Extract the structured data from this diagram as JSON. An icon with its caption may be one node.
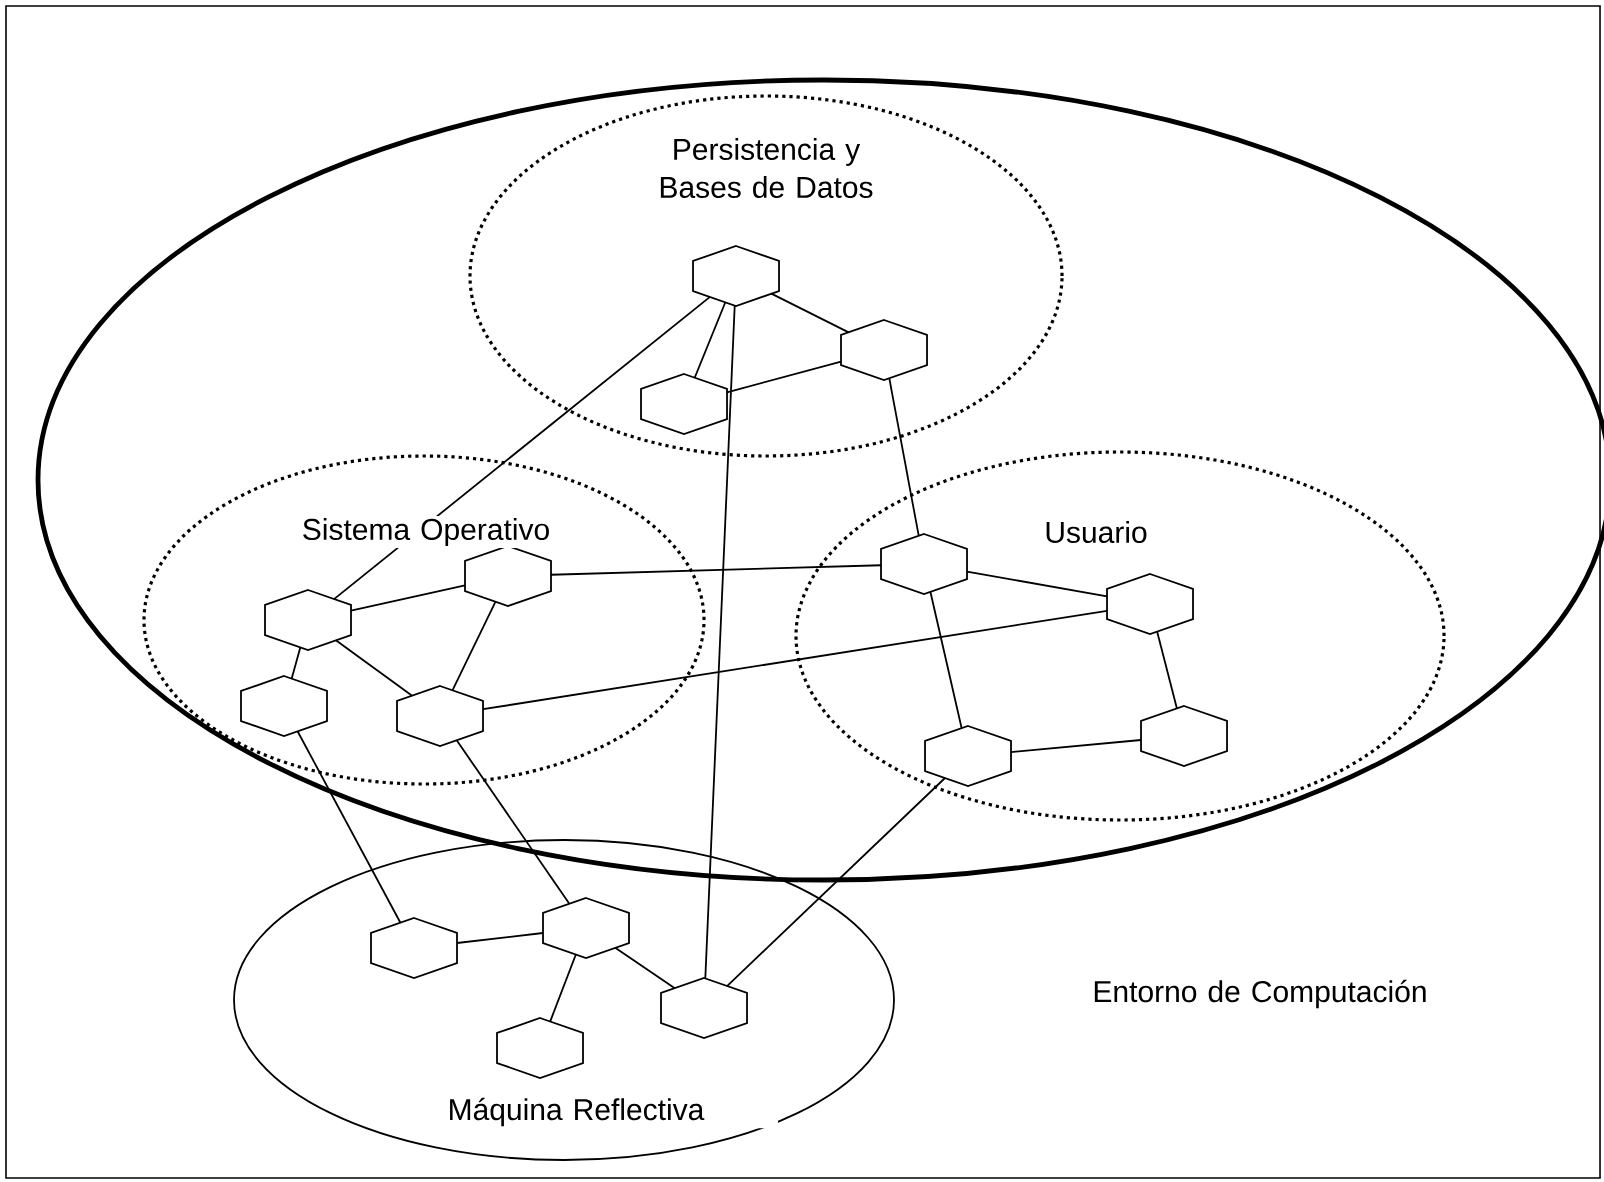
{
  "diagram": {
    "nodes": [
      {
        "text": [
          "Entorno de Computación"
        ]
      },
      {
        "text": [
          "Persistencia y Bases de Datos"
        ],
        "in": 0
      },
      {
        "text": [
          "Sistema Operativo"
        ],
        "in": 0
      },
      {
        "text": [
          "Usuario"
        ],
        "in": 0
      },
      {
        "text": [
          "Máquina Reflectiva"
        ]
      },
      {
        "text": [],
        "shape": "hexagon",
        "in": 1
      },
      {
        "text": [],
        "shape": "hexagon",
        "in": 1
      },
      {
        "text": [],
        "shape": "hexagon",
        "in": 1
      },
      {
        "text": [],
        "shape": "hexagon",
        "in": 2
      },
      {
        "text": [],
        "shape": "hexagon",
        "in": 2
      },
      {
        "text": [],
        "shape": "hexagon",
        "in": 2
      },
      {
        "text": [],
        "shape": "hexagon",
        "in": 2
      },
      {
        "text": [],
        "shape": "hexagon",
        "in": 3
      },
      {
        "text": [],
        "shape": "hexagon",
        "in": 3
      },
      {
        "text": [],
        "shape": "hexagon",
        "in": 3
      },
      {
        "text": [],
        "shape": "hexagon",
        "in": 3
      },
      {
        "text": [],
        "shape": "hexagon",
        "in": 4
      },
      {
        "text": [],
        "shape": "hexagon",
        "in": 4
      },
      {
        "text": [],
        "shape": "hexagon",
        "in": 4
      },
      {
        "text": [],
        "shape": "hexagon",
        "in": 4
      }
    ],
    "edges": [
      {
        "from": 5,
        "to": 7,
        "arrow": "none"
      },
      {
        "from": 5,
        "to": 6,
        "arrow": "none"
      },
      {
        "from": 6,
        "to": 7,
        "arrow": "none"
      },
      {
        "from": 5,
        "to": 9,
        "arrow": "none"
      },
      {
        "from": 5,
        "to": 18,
        "arrow": "none"
      },
      {
        "from": 6,
        "to": 12,
        "arrow": "none"
      },
      {
        "from": 9,
        "to": 8,
        "arrow": "none"
      },
      {
        "from": 9,
        "to": 10,
        "arrow": "none"
      },
      {
        "from": 9,
        "to": 11,
        "arrow": "none"
      },
      {
        "from": 8,
        "to": 11,
        "arrow": "none"
      },
      {
        "from": 8,
        "to": 12,
        "arrow": "none"
      },
      {
        "from": 11,
        "to": 13,
        "arrow": "none"
      },
      {
        "from": 10,
        "to": 17,
        "arrow": "none"
      },
      {
        "from": 11,
        "to": 16,
        "arrow": "none"
      },
      {
        "from": 12,
        "to": 13,
        "arrow": "none"
      },
      {
        "from": 12,
        "to": 15,
        "arrow": "none"
      },
      {
        "from": 13,
        "to": 14,
        "arrow": "none"
      },
      {
        "from": 14,
        "to": 15,
        "arrow": "none"
      },
      {
        "from": 15,
        "to": 18,
        "arrow": "none"
      },
      {
        "from": 17,
        "to": 16,
        "arrow": "none"
      },
      {
        "from": 16,
        "to": 19,
        "arrow": "none"
      },
      {
        "from": 16,
        "to": 18,
        "arrow": "none"
      }
    ]
  }
}
